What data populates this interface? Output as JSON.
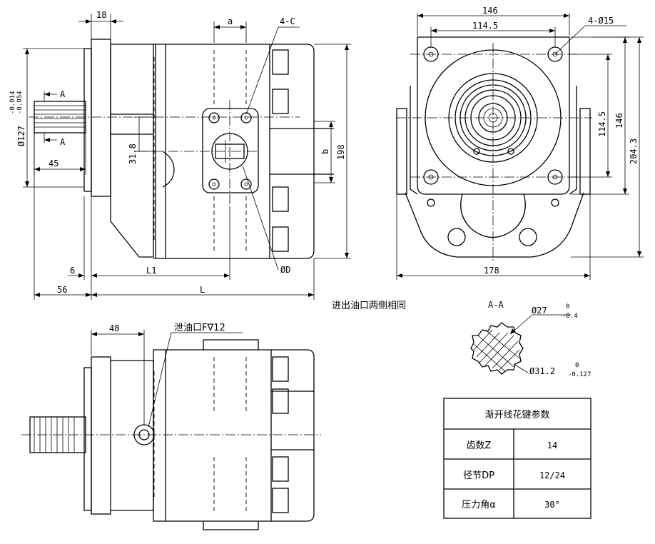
{
  "dims": {
    "d18": "18",
    "a": "a",
    "c4": "4-C",
    "tol_upper": "-0.014",
    "tol_lower": "-0.054",
    "d127": "Ø127",
    "sectA": "A",
    "d45": "45",
    "d31_8": "31.8",
    "b": "b",
    "d198": "198",
    "d6": "6",
    "L1": "L1",
    "phiD": "ØD",
    "d56": "56",
    "L": "L",
    "d146_top": "146",
    "d114_5_top": "114.5",
    "hole15": "4-Ø15",
    "d114_5_side": "114.5",
    "d146_side": "146",
    "d204_3": "204.3",
    "d178": "178",
    "d48": "48",
    "drain": "泄油口F∇12"
  },
  "notes": {
    "ports_same": "进出油口两侧相同"
  },
  "section": {
    "title": "A-A",
    "d27": "Ø27",
    "d27_up": "0",
    "d27_low": "-0.4",
    "d31_2": "Ø31.2",
    "d31_2_up": "0",
    "d31_2_low": "-0.127"
  },
  "spline_table": {
    "title": "渐开线花键参数",
    "rows": [
      {
        "label": "齿数Z",
        "value": "14"
      },
      {
        "label": "径节DP",
        "value": "12/24"
      },
      {
        "label": "压力角α",
        "value": "30°"
      }
    ]
  }
}
